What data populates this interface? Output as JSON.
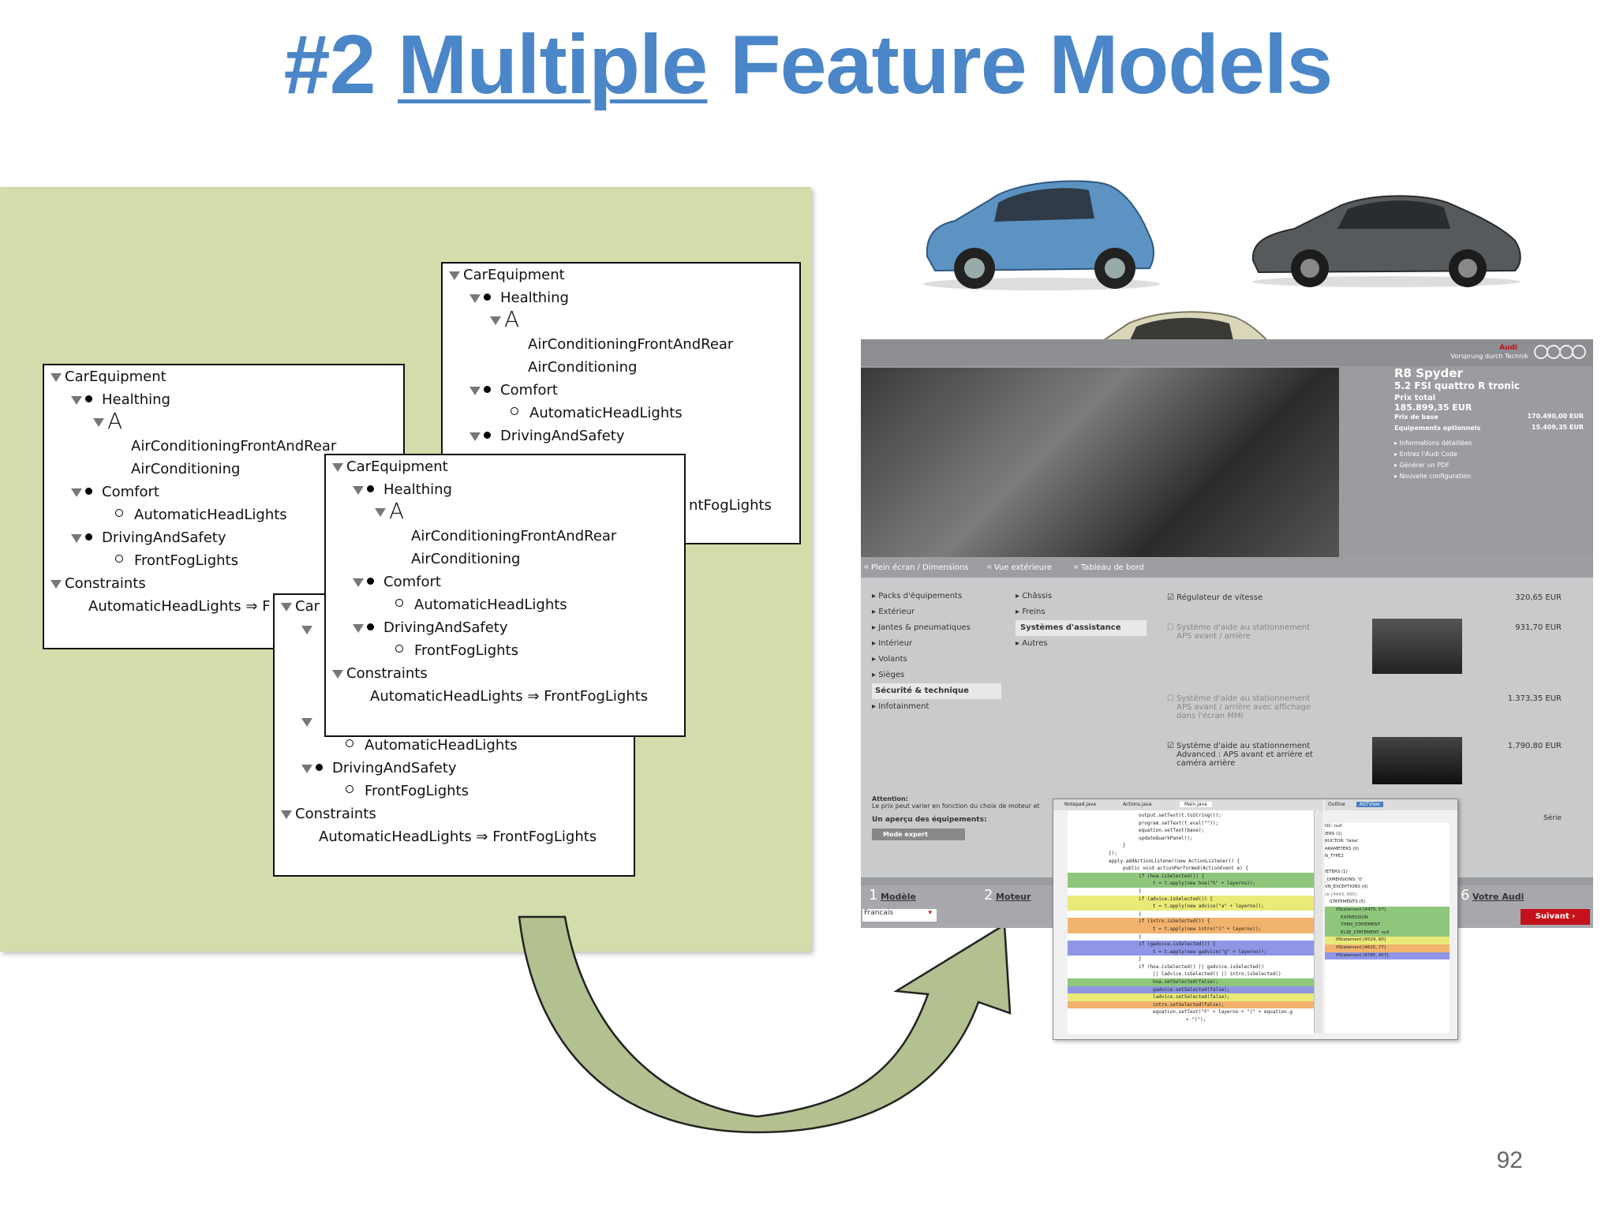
{
  "slide": {
    "title_prefix": "#2 ",
    "title_underlined": "Multiple",
    "title_suffix": " Feature Models",
    "page_number": "92"
  },
  "feature_model": {
    "root": "CarEquipment",
    "healthing": "Healthing",
    "alt_symbol": "A",
    "ac_front_rear": "AirConditioningFrontAndRear",
    "ac": "AirConditioning",
    "comfort": "Comfort",
    "auto_lights": "AutomaticHeadLights",
    "driving": "DrivingAndSafety",
    "fog": "FrontFogLights",
    "constraints": "Constraints",
    "constraint_rule": "AutomaticHeadLights ⇒ FrontFogLights",
    "constraint_partial": "AutomaticHeadLights ⇒ F",
    "fog_partial": "ntFogLights",
    "root_partial": "Car"
  },
  "audi": {
    "brand_tag": "Audi",
    "slogan": "Vorsprung durch Technik",
    "model": "R8 Spyder",
    "variant": "5.2 FSI quattro R tronic",
    "total_label": "Prix total",
    "total_value": "185.899,35 EUR",
    "base_label": "Prix de base",
    "base_value": "170.490,00 EUR",
    "options_label": "Equipements optionnels",
    "options_value": "15.409,35 EUR",
    "links": [
      "Informations détaillées",
      "Entrez l'Audi Code",
      "Générer un PDF",
      "Nouvelle configuration"
    ],
    "view_tabs": [
      "Plein écran / Dimensions",
      "Vue extérieure",
      "Tableau de bord"
    ],
    "menu_left": [
      "Packs d'équipements",
      "Extérieur",
      "Jantes & pneumatiques",
      "Intérieur",
      "Volants",
      "Sièges",
      "Sécurité & technique",
      "Infotainment"
    ],
    "menu_right": [
      "Châssis",
      "Freins",
      "Systèmes d'assistance",
      "Autres"
    ],
    "options": [
      {
        "name": "Régulateur de vitesse",
        "price": "320,65 EUR"
      },
      {
        "name": "Système d'aide au stationnement APS avant / arrière",
        "price": "931,70 EUR"
      },
      {
        "name": "Système d'aide au stationnement APS avant / arrière avec affichage dans l'écran MMI",
        "price": "1.373,35 EUR"
      },
      {
        "name": "Système d'aide au stationnement Advanced : APS avant et arrière et caméra arrière",
        "price": "1.790,80 EUR"
      }
    ],
    "attention_label": "Attention:",
    "attention_text": "Le prix peut varier en fonction du choix de moteur et",
    "overview_label": "Un aperçu des équipements:",
    "expert_mode": "Mode expert",
    "serie": "Série",
    "step1_num": "1",
    "step1": "Modèle",
    "step2_num": "2",
    "step2": "Moteur",
    "step6_num": "6",
    "step6": "Votre Audi",
    "language": "Francais",
    "next": "Suivant"
  },
  "ide": {
    "tabs": [
      "Notepad.java",
      "Actions.java",
      "Main.java"
    ],
    "outline_tabs": [
      "Outline",
      "ASTView"
    ],
    "code_lines": [
      "output.setText(t.toString());",
      "program.setText(t.eval(\"\"));",
      "equation.setText(base);",
      "updateQuarkPanel();",
      "}",
      "});",
      "apply.addActionListener(new ActionListener() {",
      "public void actionPerformed(ActionEvent e) {",
      "if (hoa.isSelected()) {",
      "t = t.apply(new hoa(\"h\" + layerno));",
      "}",
      "if (advice.isSelected()) {",
      "t = t.apply(new advice(\"a\" + layerno));",
      "}",
      "if (intro.isSelected()) {",
      "t = t.apply(new intro(\"i\" + layerno));",
      "}",
      "if (gadvice.isSelected()) {",
      "t = t.apply(new gadvice(\"g\" + layerno));",
      "}",
      "if (hoa.isSelected() || gadvice.isSelected()",
      "|| ladvice.isSelected() || intro.isSelected()",
      "hoa.setSelected(false);",
      "gadvice.setSelected(false);",
      "ladvice.setSelected(false);",
      "intro.setSelected(false);",
      "equation.setText(\"F\" + layerno + \"(\" + equation.g",
      "+ \")\");"
    ],
    "ast_lines": [
      "OC: null",
      "IERS (1)",
      "RUCTOR: 'false'",
      "ARAMETERS (0)",
      "N_TYPE2",
      "IETERS (1)",
      "_DIMENSIONS: '0'",
      "VN_EXCEPTIONS (0)",
      "ck [4443, 865]",
      "STATEMENTS (5)",
      "IfStatement [4475, 57]",
      "EXPRESSION",
      "THEN_STATEMENT",
      "ELSE_STATEMENT: null",
      "IfStatement [4529, 80]",
      "IfStatement [4615, 77]",
      "IfStatement [4785, 457]"
    ]
  },
  "colors": {
    "title": "#4a86c8",
    "green_panel": "#d3ddab",
    "arrow_fill": "#b3c08f",
    "audi_red": "#c4111b"
  }
}
